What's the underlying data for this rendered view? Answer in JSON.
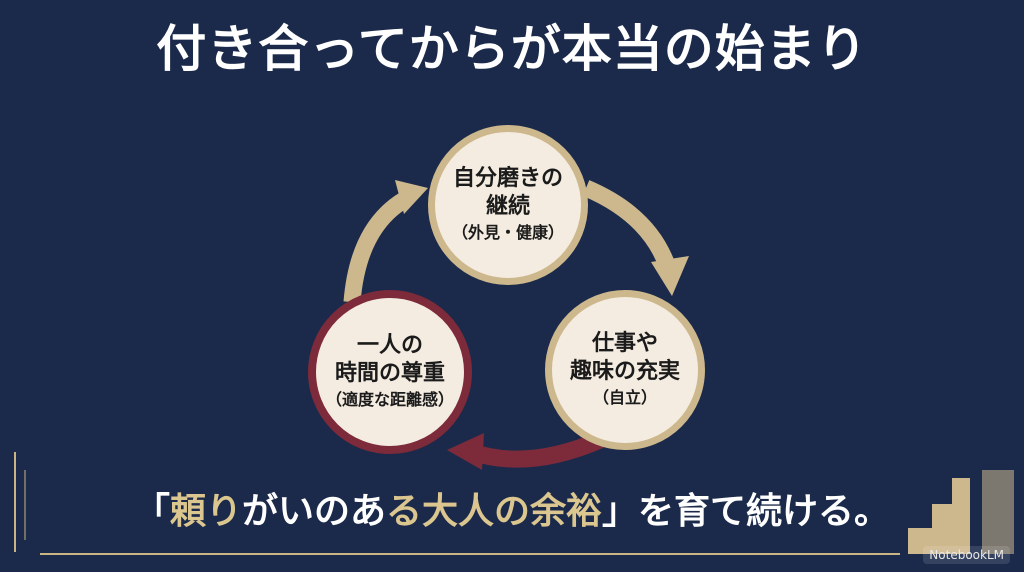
{
  "title": "付き合ってからが本当の始まり",
  "nodes": {
    "top": {
      "line1": "自分磨きの",
      "line2": "継続",
      "sub": "（外見・健康）"
    },
    "right": {
      "line1": "仕事や",
      "line2": "趣味の充実",
      "sub": "（自立）"
    },
    "left": {
      "line1": "一人の",
      "line2": "時間の尊重",
      "sub": "（適度な距離感）"
    }
  },
  "tagline": {
    "open": "「",
    "p1": "頼り",
    "p2": "がいのあ",
    "p3": "る大人の余裕",
    "close": "」",
    "rest": "を育て続ける。"
  },
  "watermark": "NotebookLM",
  "colors": {
    "background": "#1b2a4a",
    "gold": "#cdb88e",
    "maroon": "#7d2a3a",
    "node_fill": "#f4ece0",
    "text_white": "#ffffff",
    "text_gold": "#dcc690"
  }
}
